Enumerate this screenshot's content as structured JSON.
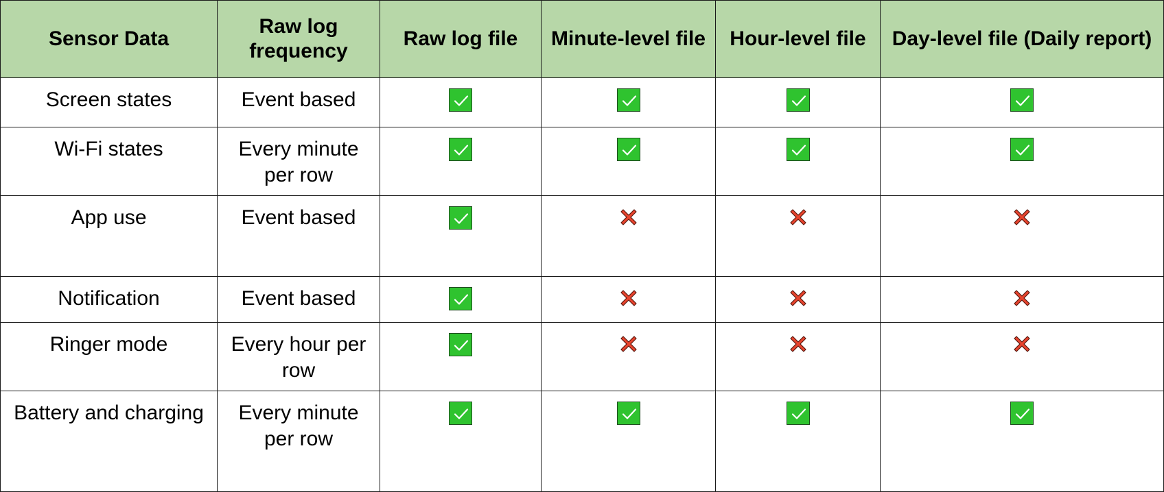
{
  "colors": {
    "header_bg": "#b7d7a8",
    "check_green": "#2fc32f",
    "cross_red": "#e8442e",
    "border": "#1a1a1a"
  },
  "icons": {
    "yes": "check-mark-button-icon",
    "no": "cross-mark-icon"
  },
  "headers": [
    "Sensor Data",
    "Raw log frequency",
    "Raw log file",
    "Minute-level file",
    "Hour-level file",
    "Day-level file (Daily report)"
  ],
  "rows": [
    {
      "sensor": "Screen states",
      "frequency": "Event based",
      "raw": "yes",
      "minute": "yes",
      "hour": "yes",
      "day": "yes"
    },
    {
      "sensor": "Wi-Fi states",
      "frequency": "Every minute per row",
      "raw": "yes",
      "minute": "yes",
      "hour": "yes",
      "day": "yes"
    },
    {
      "sensor": "App use",
      "frequency": "Event based",
      "raw": "yes",
      "minute": "no",
      "hour": "no",
      "day": "no"
    },
    {
      "sensor": "Notification",
      "frequency": "Event based",
      "raw": "yes",
      "minute": "no",
      "hour": "no",
      "day": "no"
    },
    {
      "sensor": "Ringer mode",
      "frequency": "Every hour per row",
      "raw": "yes",
      "minute": "no",
      "hour": "no",
      "day": "no"
    },
    {
      "sensor": "Battery and charging",
      "frequency": "Every minute per row",
      "raw": "yes",
      "minute": "yes",
      "hour": "yes",
      "day": "yes"
    }
  ]
}
